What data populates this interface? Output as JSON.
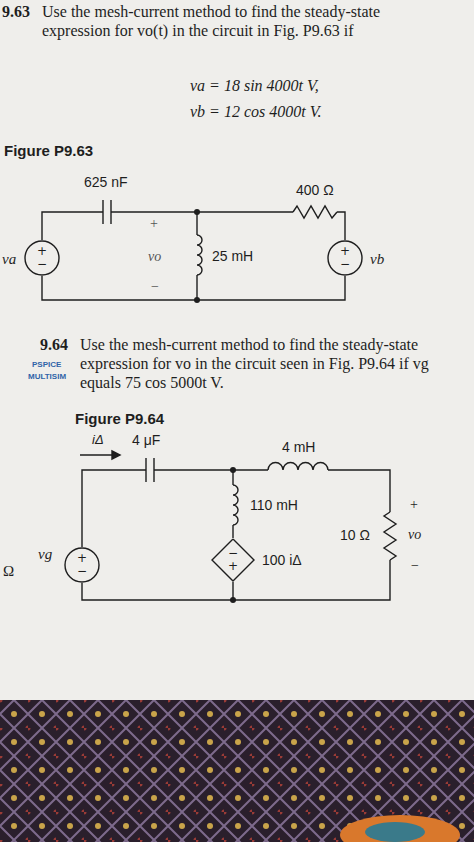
{
  "diagram": {
    "nodes": [
      {
        "text": [
          "+",
          "−"
        ]
      },
      {
        "text": [
          "+",
          "−"
        ]
      },
      {
        "text": [
          "+",
          "−"
        ]
      },
      {
        "text": [
          "−",
          "+"
        ]
      }
    ],
    "labels": [
      "9.63",
      "Use the mesh-current method to find the steady-state expression for vo(t) in the circuit in Fig. P9.63 if",
      "va = 18 sin 4000t V,",
      "vb = 12 cos 4000t V.",
      "Figure P9.63",
      "625 nF",
      "400 Ω",
      "+",
      "vo",
      "−",
      "25 mH",
      "va",
      "vb",
      "9.64",
      "PSPICE",
      "MULTISIM",
      "Use the mesh-current method to find the steady-state expression for vo in the circuit seen in Fig. P9.64 if vg equals 75 cos 5000t V.",
      "Figure P9.64",
      "iΔ",
      "4 μF",
      "4 mH",
      "110 mH",
      "10 Ω",
      "+",
      "vo",
      "−",
      "vg",
      "100 iΔ",
      "Ω"
    ]
  }
}
